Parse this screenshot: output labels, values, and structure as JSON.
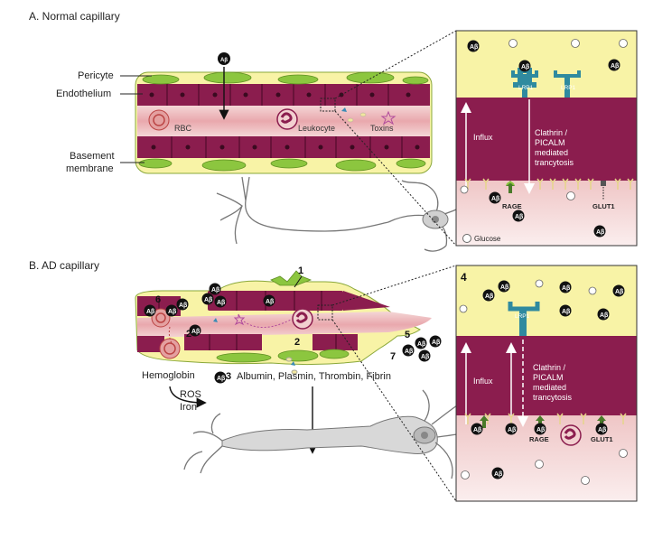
{
  "sections": {
    "a_title": "A. Normal capillary",
    "b_title": "B. AD capillary"
  },
  "labels": {
    "pericyte": "Pericyte",
    "endothelium": "Endothelium",
    "basement_1": "Basement",
    "basement_2": "membrane",
    "rbc": "RBC",
    "leukocyte": "Leukocyte",
    "toxins": "Toxins",
    "hemoglobin": "Hemoglobin",
    "ros": "ROS",
    "iron": "Iron",
    "plasma_proteins": "Albumin,  Plasmin,  Thrombin,  Fibrin"
  },
  "markers": {
    "n1": "1",
    "n2a": "2",
    "n2b": "2",
    "n3": "3",
    "n4": "4",
    "n5": "5",
    "n6": "6",
    "n7": "7"
  },
  "inset": {
    "ab": "Aβ",
    "lrp1": "LRP1",
    "influx": "Influx",
    "clathrin_1": "Clathrin /",
    "clathrin_2": "PICALM",
    "clathrin_3": "mediated",
    "clathrin_4": "trancytosis",
    "rage": "RAGE",
    "glut1": "GLUT1",
    "glucose": "Glucose"
  },
  "colors": {
    "endothelium": "#8b1d4e",
    "endothelium_dark": "#5c0f32",
    "pericyte": "#8cc63f",
    "basement": "#f8f3a6",
    "lumen": "#f3c4c8",
    "tissue": "#f2dada",
    "neuron": "#d0d0d0",
    "lrp1": "#2f8a9f",
    "ab_dot": "#111111"
  }
}
